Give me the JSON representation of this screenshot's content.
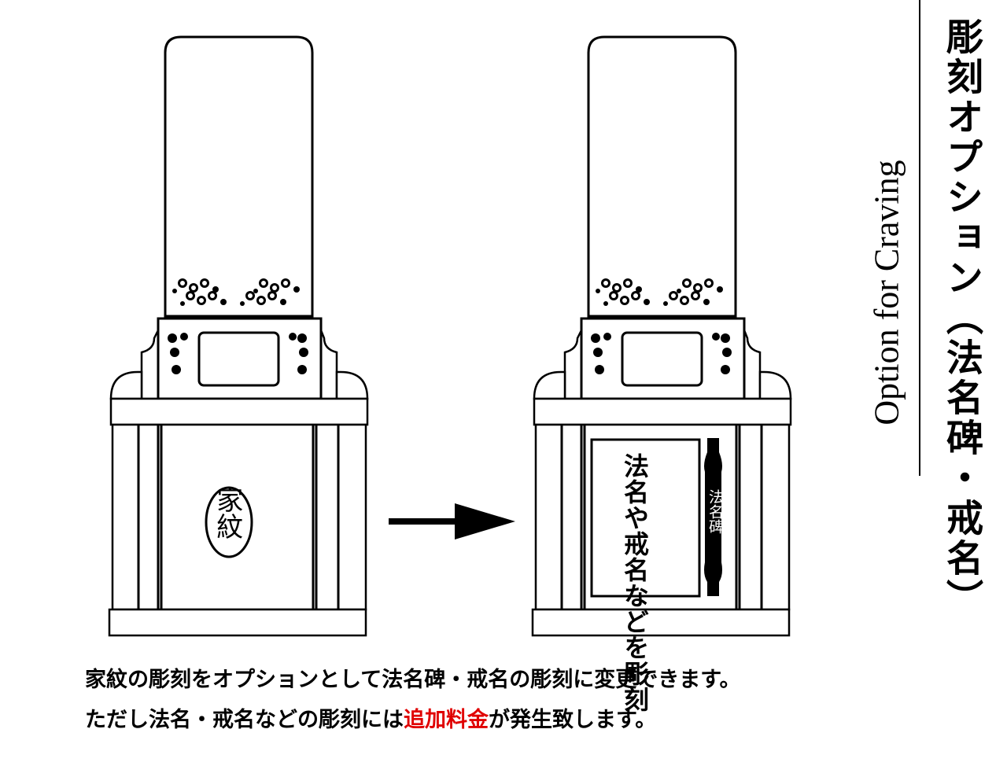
{
  "title": {
    "japanese": "彫刻オプション（法名碑・戒名）",
    "english": "Option for Craving"
  },
  "before": {
    "kamon_label": "家紋"
  },
  "after": {
    "panel_text": "法名や戒名などを彫刻",
    "pillar_label": "法名碑"
  },
  "caption": {
    "line1": "家紋の彫刻をオプションとして法名碑・戒名の彫刻に変更できます。",
    "line2_before": "ただし法名・戒名などの彫刻には",
    "line2_highlight": "追加料金",
    "line2_after": "が発生致します。"
  },
  "colors": {
    "highlight": "#e00000"
  }
}
